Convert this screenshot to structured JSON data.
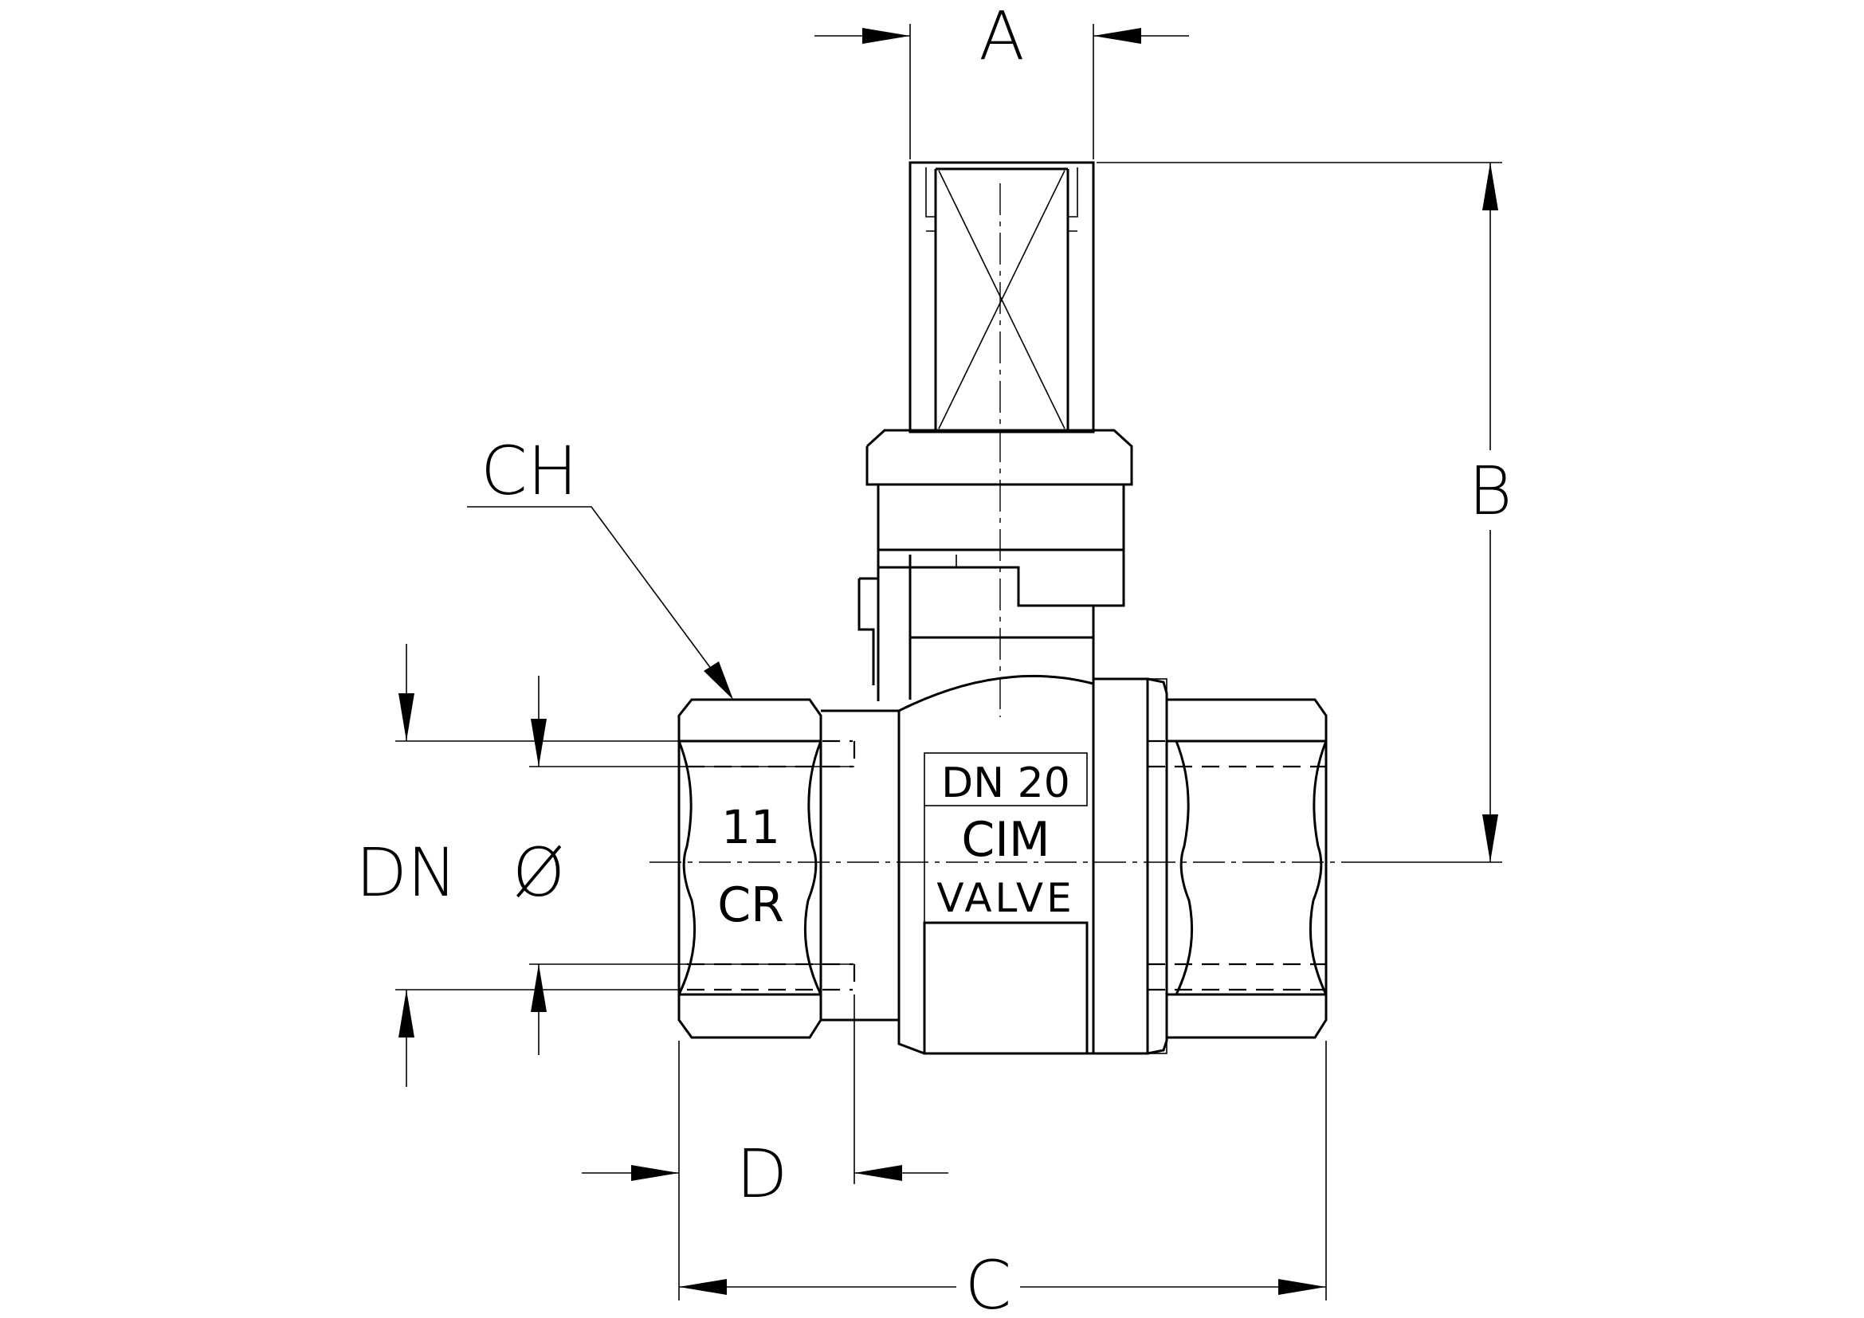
{
  "dimensions": {
    "a": "A",
    "b": "B",
    "c": "C",
    "d": "D",
    "ch": "CH",
    "dn": "DN",
    "dia": "Ø"
  },
  "markings": {
    "size": "DN 20",
    "brand": "CIM",
    "brand_sub": "VALVE",
    "model": "11",
    "logo": "CR"
  }
}
